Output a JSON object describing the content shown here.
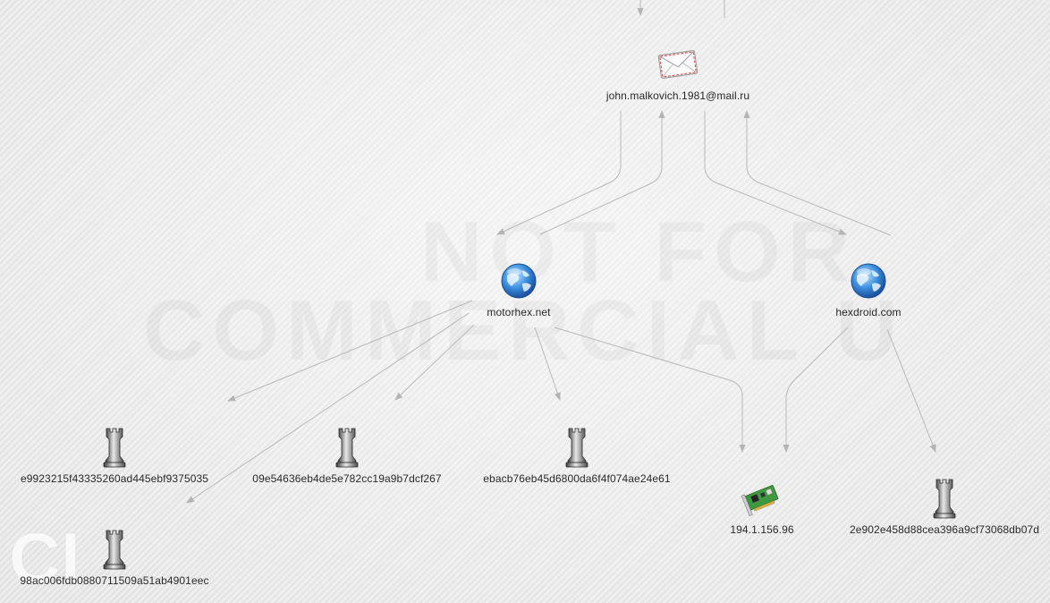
{
  "graph": {
    "nodes": {
      "email": {
        "label": "john.malkovich.1981@mail.ru",
        "type": "email-address",
        "icon": "envelope-icon"
      },
      "motorhex": {
        "label": "motorhex.net",
        "type": "domain",
        "icon": "globe-icon"
      },
      "hexdroid": {
        "label": "hexdroid.com",
        "type": "domain",
        "icon": "globe-icon"
      },
      "hash1": {
        "label": "e9923215f43335260ad445ebf9375035",
        "type": "hash",
        "icon": "rook-icon"
      },
      "hash2": {
        "label": "09e54636eb4de5e782cc19a9b7dcf267",
        "type": "hash",
        "icon": "rook-icon"
      },
      "hash3": {
        "label": "ebacb76eb45d6800da6f4f074ae24e61",
        "type": "hash",
        "icon": "rook-icon"
      },
      "hash4": {
        "label": "98ac006fdb0880711509a51ab4901eec",
        "type": "hash",
        "icon": "rook-icon"
      },
      "hash5": {
        "label": "2e902e458d88cea396a9cf73068db07d",
        "type": "hash",
        "icon": "rook-icon"
      },
      "ip": {
        "label": "194.1.156.96",
        "type": "ip-address",
        "icon": "network-card-icon"
      }
    },
    "edges": [
      {
        "from": "offscreen-left",
        "to": "email"
      },
      {
        "from": "email",
        "to": "motorhex"
      },
      {
        "from": "motorhex",
        "to": "email"
      },
      {
        "from": "email",
        "to": "hexdroid"
      },
      {
        "from": "hexdroid",
        "to": "email"
      },
      {
        "from": "motorhex",
        "to": "hash1"
      },
      {
        "from": "motorhex",
        "to": "hash4"
      },
      {
        "from": "motorhex",
        "to": "hash2"
      },
      {
        "from": "motorhex",
        "to": "hash3"
      },
      {
        "from": "motorhex",
        "to": "ip"
      },
      {
        "from": "hexdroid",
        "to": "ip"
      },
      {
        "from": "hexdroid",
        "to": "hash5"
      }
    ]
  },
  "watermark": {
    "line1": "NOT FOR",
    "line2": "COMMERCIAL U"
  },
  "colors": {
    "edge": "#b9b9b9",
    "label": "#2a2a2a",
    "background": "#ececec"
  }
}
